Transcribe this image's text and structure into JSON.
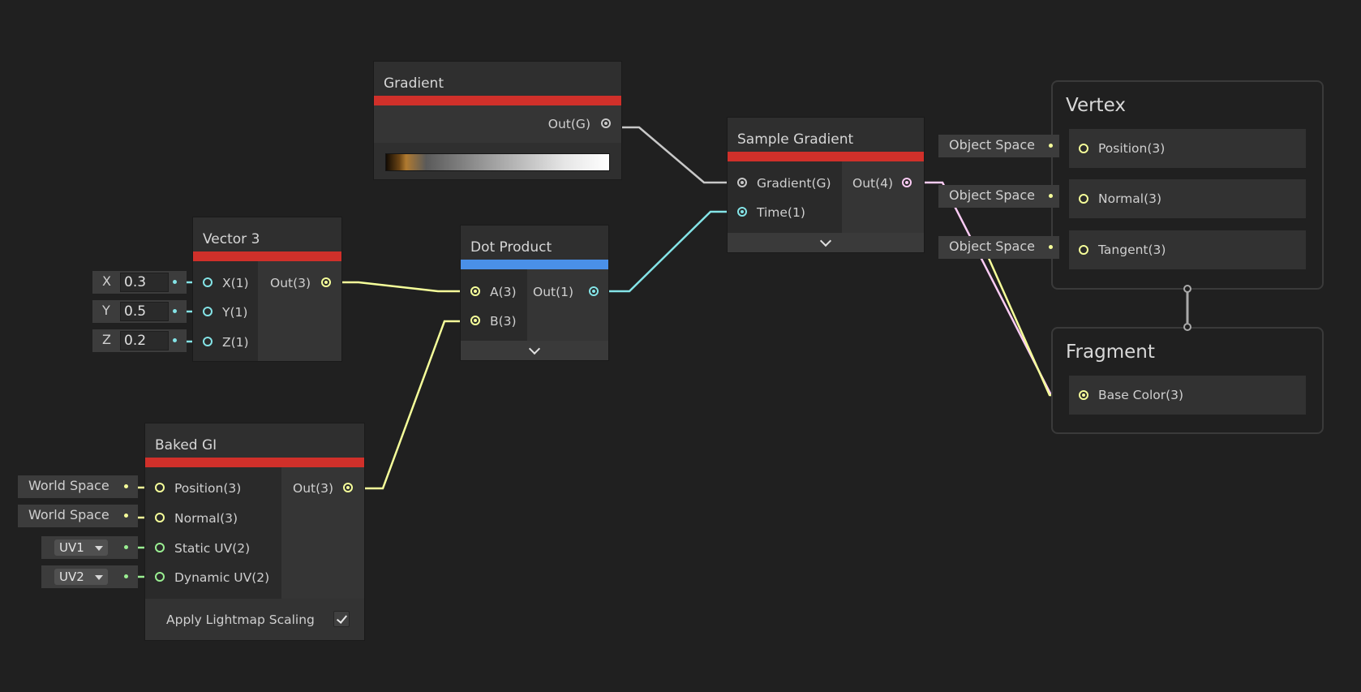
{
  "nodes": {
    "gradient": {
      "title": "Gradient",
      "out": "Out(G)"
    },
    "vector3": {
      "title": "Vector 3",
      "in_x": "X(1)",
      "in_y": "Y(1)",
      "in_z": "Z(1)",
      "out": "Out(3)"
    },
    "dot_product": {
      "title": "Dot Product",
      "in_a": "A(3)",
      "in_b": "B(3)",
      "out": "Out(1)"
    },
    "sample_gradient": {
      "title": "Sample Gradient",
      "in_gradient": "Gradient(G)",
      "in_time": "Time(1)",
      "out": "Out(4)"
    },
    "baked_gi": {
      "title": "Baked GI",
      "in_position": "Position(3)",
      "in_normal": "Normal(3)",
      "in_static_uv": "Static UV(2)",
      "in_dynamic_uv": "Dynamic UV(2)",
      "out": "Out(3)",
      "option_label": "Apply Lightmap Scaling",
      "option_checked": true
    }
  },
  "inline_inputs": {
    "x": {
      "axis": "X",
      "value": "0.3"
    },
    "y": {
      "axis": "Y",
      "value": "0.5"
    },
    "z": {
      "axis": "Z",
      "value": "0.2"
    },
    "baked_position_space": "World Space",
    "baked_normal_space": "World Space",
    "static_uv_channel": "UV1",
    "dynamic_uv_channel": "UV2",
    "vertex_position_space": "Object Space",
    "vertex_normal_space": "Object Space",
    "vertex_tangent_space": "Object Space"
  },
  "contexts": {
    "vertex": {
      "title": "Vertex",
      "blocks": [
        "Position(3)",
        "Normal(3)",
        "Tangent(3)"
      ]
    },
    "fragment": {
      "title": "Fragment",
      "blocks": [
        "Base Color(3)"
      ]
    }
  },
  "colors": {
    "background": "#202020",
    "header_red": "#d0302a",
    "header_blue": "#4a90e8",
    "port_vector1": "#84e4e7",
    "port_vector2": "#9aef92",
    "port_vector3": "#f6ff9a",
    "port_vector4": "#fbcbf4",
    "port_gradient": "#c8c8c8"
  }
}
